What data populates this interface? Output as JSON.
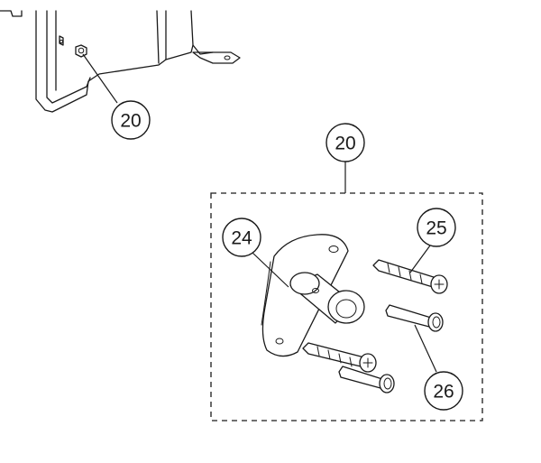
{
  "callouts": {
    "c1": "20",
    "c2": "20",
    "c3": "24",
    "c4": "25",
    "c5": "26"
  },
  "colors": {
    "stroke": "#1a1a1a",
    "background": "#ffffff"
  }
}
